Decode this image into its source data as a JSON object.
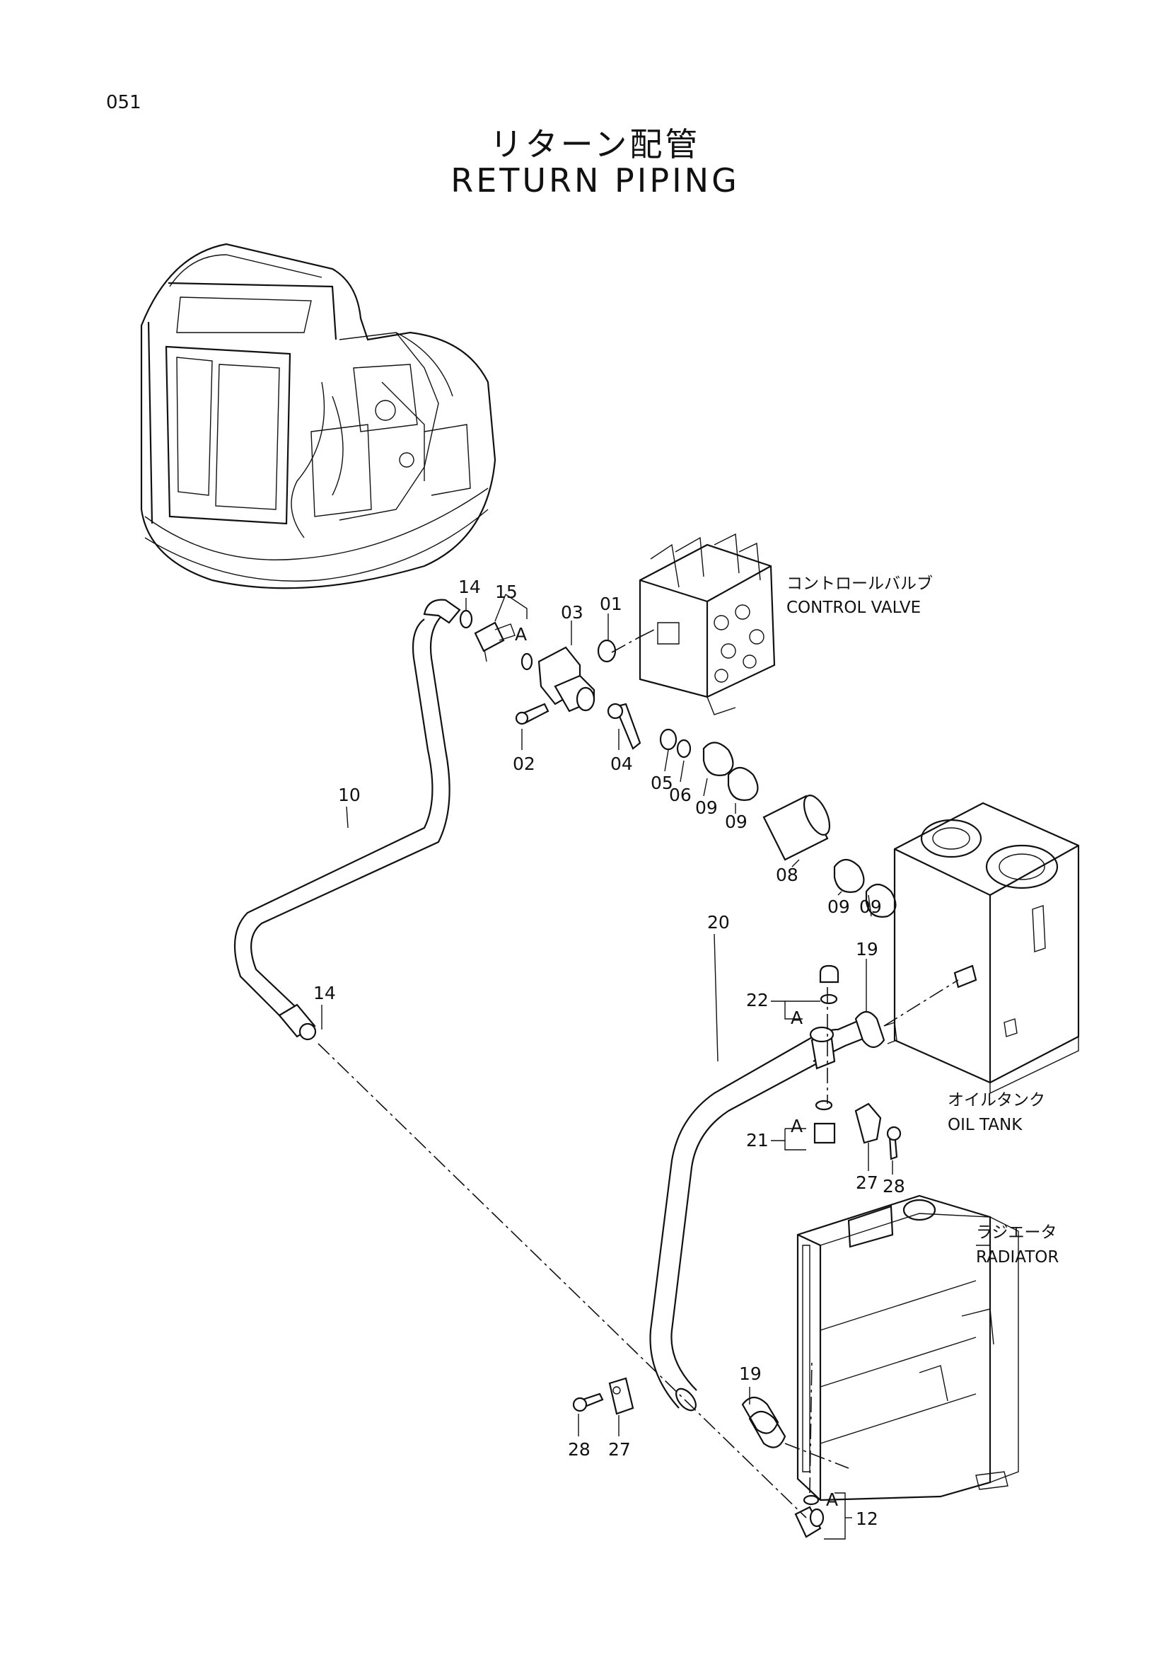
{
  "page_number": "051",
  "title_jp": "リターン配管",
  "title_en": "RETURN PIPING",
  "components": {
    "control_valve": {
      "jp": "コントロールバルブ",
      "en": "CONTROL VALVE"
    },
    "oil_tank": {
      "jp": "オイルタンク",
      "en": "OIL TANK"
    },
    "radiator": {
      "jp": "ラジエータ",
      "en": "RADIATOR"
    }
  },
  "part_labels": {
    "p14a": "14",
    "p15": "15",
    "p03": "03",
    "p01": "01",
    "pA1": "A",
    "p02": "02",
    "p04": "04",
    "p05": "05",
    "p06": "06",
    "p09a": "09",
    "p09b": "09",
    "p08": "08",
    "p09c": "09",
    "p09d": "09",
    "p10": "10",
    "p14b": "14",
    "p19a": "19",
    "p22": "22",
    "pA2": "A",
    "p20": "20",
    "pA3": "A",
    "p21": "21",
    "p27a": "27",
    "p28a": "28",
    "p19b": "19",
    "p28b": "28",
    "p27b": "27",
    "pA4": "A",
    "p12": "12"
  }
}
